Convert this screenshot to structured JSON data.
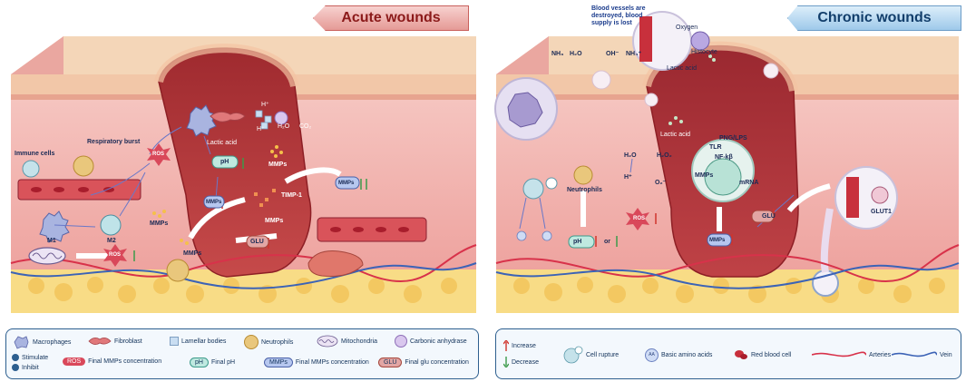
{
  "panels": {
    "acute": {
      "title": "Acute wounds",
      "labels": {
        "immune_cells": "Immune cells",
        "respiratory_burst": "Respiratory burst",
        "ros1": "ROS",
        "ros2": "ROS",
        "m1": "M1",
        "m2": "M2",
        "lactic_acid": "Lactic acid",
        "ph": "pH",
        "mmps1": "MMPs",
        "mmps2": "MMPs",
        "mmps3": "MMPs",
        "mmps4": "MMPs",
        "mmps5": "MMPs",
        "mmps6": "MMPs",
        "timp1": "TIMP-1",
        "glu": "GLU",
        "h_plus1": "H⁺",
        "h_plus2": "H⁺",
        "h2o": "H₂O",
        "co2": "CO₂"
      }
    },
    "chronic": {
      "title": "Chronic wounds",
      "labels": {
        "vessels_note": "Blood vessels are destroyed, blood supply is lost",
        "oxygen": "Oxygen",
        "histocyte": "Histocyte",
        "lactic_acid1": "Lactic acid",
        "lactic_acid2": "Lactic acid",
        "nh3": "NH₃",
        "h2o_a": "H₂O",
        "oh": "OH⁻",
        "nh4": "NH₄⁺",
        "png_lps": "PNG/LPS",
        "tlr": "TLR",
        "nfkb": "NF-kβ",
        "mmps_c1": "MMPs",
        "mrna": "mRNA",
        "mmps_c2": "MMPs",
        "neutrophils": "Neutrophils",
        "h2o_b": "H₂O",
        "h2o2": "H₂O₂",
        "h_plus": "H⁺",
        "o2": "O₂⁻",
        "ros": "ROS",
        "ph": "pH",
        "or": "or",
        "glu": "GLU",
        "glut1": "GLUT1"
      }
    }
  },
  "legend_left": {
    "macrophages": "Macrophages",
    "fibroblast": "Fibroblast",
    "lamellar_bodies": "Lamellar bodies",
    "neutrophils": "Neutrophils",
    "mitochondria": "Mitochondria",
    "carbonic_anhydrase": "Carbonic anhydrase",
    "stimulate": "Stimulate",
    "inhibit": "Inhibit",
    "ros_badge": "ROS",
    "final_mmps1": "Final MMPs concentration",
    "ph_badge": "pH",
    "final_ph": "Final pH",
    "mmps_badge": "MMPs",
    "final_mmps2": "Final MMPs concentration",
    "glu_badge": "GLU",
    "final_glu": "Final glu concentration"
  },
  "legend_right": {
    "increase": "Increase",
    "decrease": "Decrease",
    "cell_rupture": "Cell rupture",
    "aa_badge": "AA",
    "basic_amino_acids": "Basic amino acids",
    "red_blood_cell": "Red blood cell",
    "arteries": "Arteries",
    "vein": "Vein"
  },
  "colors": {
    "skin_top": "#f3d2b0",
    "dermis": "#f2b8b5",
    "wound": "#b8383a",
    "fat": "#f8dc86",
    "artery": "#d8324a",
    "vein": "#3c63b6",
    "acute_accent": "#c0302c",
    "chronic_accent": "#2d6ea8",
    "increase": "#d0342c",
    "decrease": "#3c9a4a"
  },
  "icons": [
    "macrophage-icon",
    "fibroblast-icon",
    "lamellar-body-icon",
    "neutrophil-icon",
    "mitochondria-icon",
    "carbonic-anhydrase-icon",
    "stimulate-icon",
    "inhibit-icon",
    "increase-arrow-icon",
    "decrease-arrow-icon",
    "cell-rupture-icon",
    "amino-acid-icon",
    "red-blood-cell-icon",
    "artery-line-icon",
    "vein-line-icon",
    "liver-icon",
    "bacteria-icon",
    "blood-vessel-icon"
  ]
}
